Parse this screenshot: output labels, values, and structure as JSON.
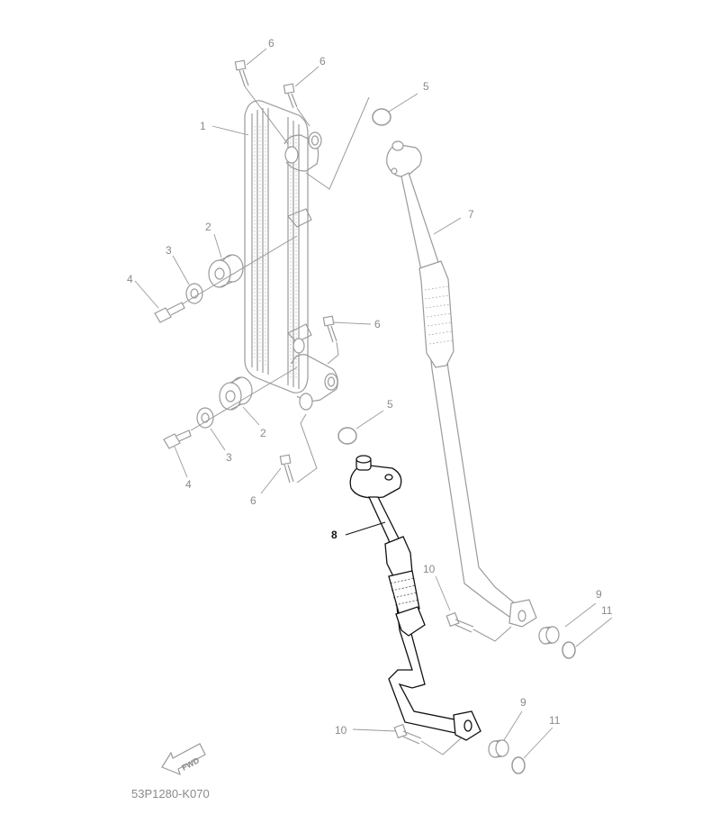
{
  "diagram": {
    "diagram_code": "53P1280-K070",
    "fwd_label": "FWD",
    "active_part": "8",
    "callouts": [
      {
        "id": "c1",
        "label": "1"
      },
      {
        "id": "c2a",
        "label": "2"
      },
      {
        "id": "c2b",
        "label": "2"
      },
      {
        "id": "c3a",
        "label": "3"
      },
      {
        "id": "c3b",
        "label": "3"
      },
      {
        "id": "c4a",
        "label": "4"
      },
      {
        "id": "c4b",
        "label": "4"
      },
      {
        "id": "c5a",
        "label": "5"
      },
      {
        "id": "c5b",
        "label": "5"
      },
      {
        "id": "c6a",
        "label": "6"
      },
      {
        "id": "c6b",
        "label": "6"
      },
      {
        "id": "c6c",
        "label": "6"
      },
      {
        "id": "c6d",
        "label": "6"
      },
      {
        "id": "c7",
        "label": "7"
      },
      {
        "id": "c8",
        "label": "8"
      },
      {
        "id": "c9a",
        "label": "9"
      },
      {
        "id": "c9b",
        "label": "9"
      },
      {
        "id": "c10a",
        "label": "10"
      },
      {
        "id": "c10b",
        "label": "10"
      },
      {
        "id": "c11a",
        "label": "11"
      },
      {
        "id": "c11b",
        "label": "11"
      }
    ],
    "colors": {
      "faded_line": "#9a9a9a",
      "active_line": "#111111",
      "background": "#ffffff"
    }
  }
}
